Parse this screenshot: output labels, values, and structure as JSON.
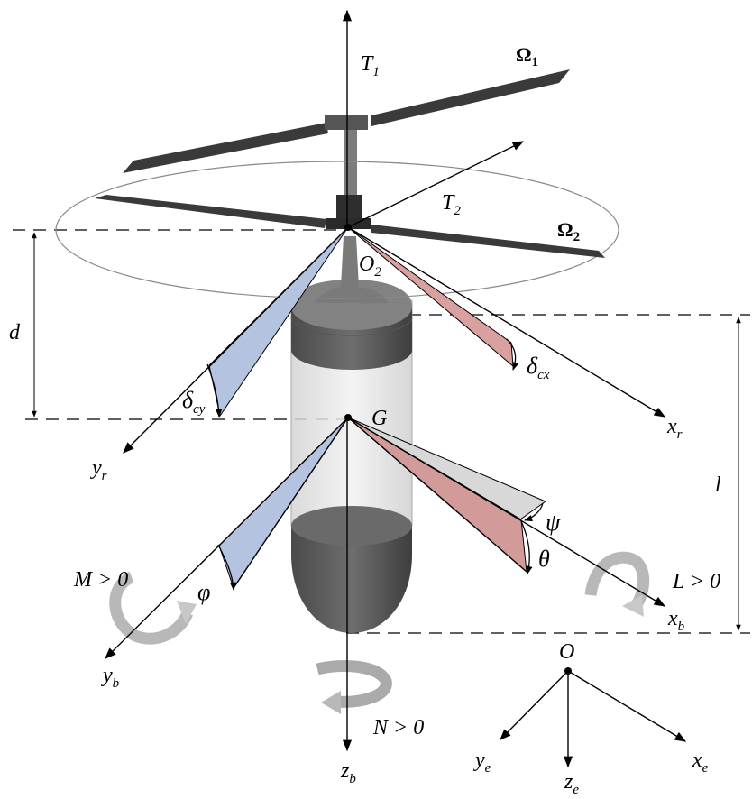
{
  "diagram": {
    "thrust_upper": {
      "base": "T",
      "sub": "1"
    },
    "thrust_lower": {
      "base": "T",
      "sub": "2"
    },
    "rotor_speed_upper": {
      "base": "Ω",
      "sub": "1"
    },
    "rotor_speed_lower": {
      "base": "Ω",
      "sub": "2"
    },
    "rotor_hub": {
      "base": "O",
      "sub": "2"
    },
    "center_of_gravity": "G",
    "dist_d": "d",
    "dist_l": "l",
    "axis_xr": {
      "base": "x",
      "sub": "r"
    },
    "axis_yr": {
      "base": "y",
      "sub": "r"
    },
    "axis_xb": {
      "base": "x",
      "sub": "b"
    },
    "axis_yb": {
      "base": "y",
      "sub": "b"
    },
    "axis_zb": {
      "base": "z",
      "sub": "b"
    },
    "tilt_cx": {
      "base": "δ",
      "sub": "cx"
    },
    "tilt_cy": {
      "base": "δ",
      "sub": "cy"
    },
    "angle_psi": "ψ",
    "angle_theta": "θ",
    "angle_phi": "φ",
    "moment_L": "L > 0",
    "moment_M": "M > 0",
    "moment_N": "N > 0",
    "earth_origin": "O",
    "axis_xe": {
      "base": "x",
      "sub": "e"
    },
    "axis_ye": {
      "base": "y",
      "sub": "e"
    },
    "axis_ze": {
      "base": "z",
      "sub": "e"
    }
  }
}
